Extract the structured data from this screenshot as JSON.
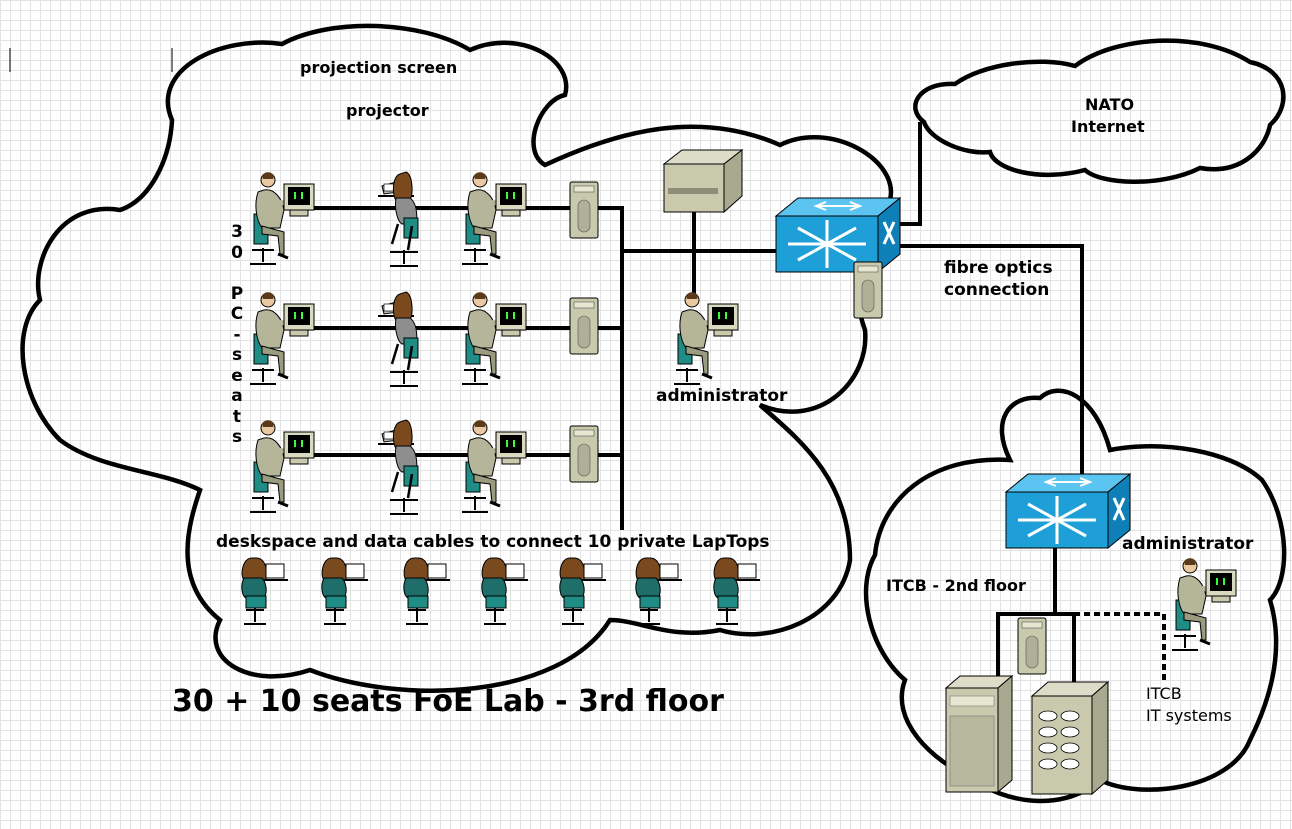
{
  "labels": {
    "projection_screen": "projection screen",
    "projector": "projector",
    "seats_vertical": [
      "3",
      "0",
      "",
      "P",
      "C",
      "-",
      "s",
      "e",
      "a",
      "t",
      "s"
    ],
    "administrator_3rd": "administrator",
    "nato_line1": "NATO",
    "nato_line2": "Internet",
    "fibre_line1": "fibre optics",
    "fibre_line2": "connection",
    "laptops": "deskspace and data cables to connect 10 private LapTops",
    "administrator_2nd": "administrator",
    "itcb_floor": "ITCB - 2nd floor",
    "itcb_sys_line1": "ITCB",
    "itcb_sys_line2": "IT systems",
    "title": "30 + 10 seats FoE Lab - 3rd floor"
  },
  "colors": {
    "switch": "#1f9fd8",
    "suit": "#b5b59a",
    "chair": "#1f8c85",
    "hair": "#7a4a1e",
    "device": "#c9c9ae"
  },
  "icons": [
    "pc-user-icon",
    "laptop-user-icon",
    "printer-icon",
    "modem-icon",
    "switch-icon",
    "server-icon",
    "storage-server-icon"
  ]
}
